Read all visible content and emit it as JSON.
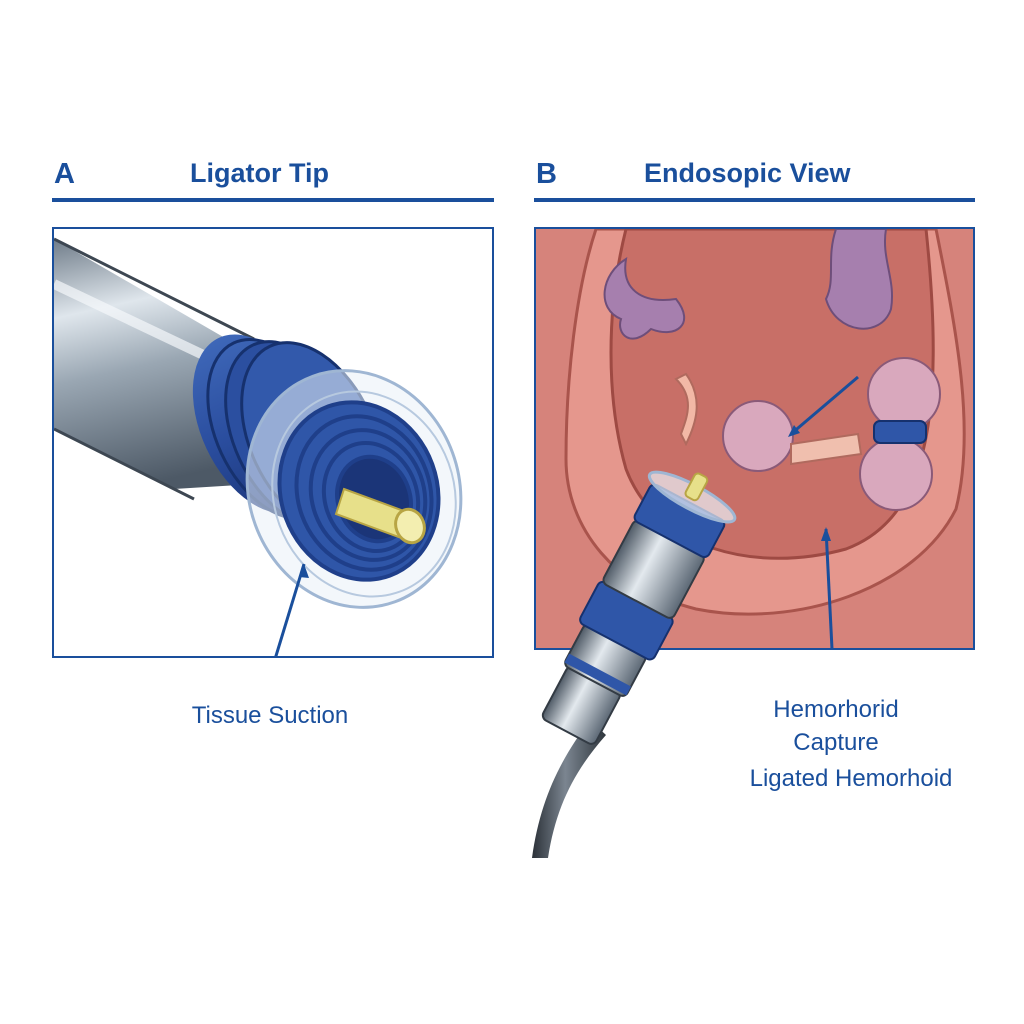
{
  "panel_a": {
    "letter": "A",
    "title": "Ligator Tip",
    "callout": "Tissue Suction"
  },
  "panel_b": {
    "letter": "B",
    "title": "Endosopic View",
    "callout_line1": "Hemorhorid",
    "callout_line2": "Capture",
    "callout_line3": "Ligated Hemorhoid"
  },
  "colors": {
    "accent": "#1a4f9c",
    "band_blue": "#2f56a8",
    "tissue": "#d97f76",
    "hemorrhoid": "#a67fae",
    "metal": "#9aa7b3"
  }
}
